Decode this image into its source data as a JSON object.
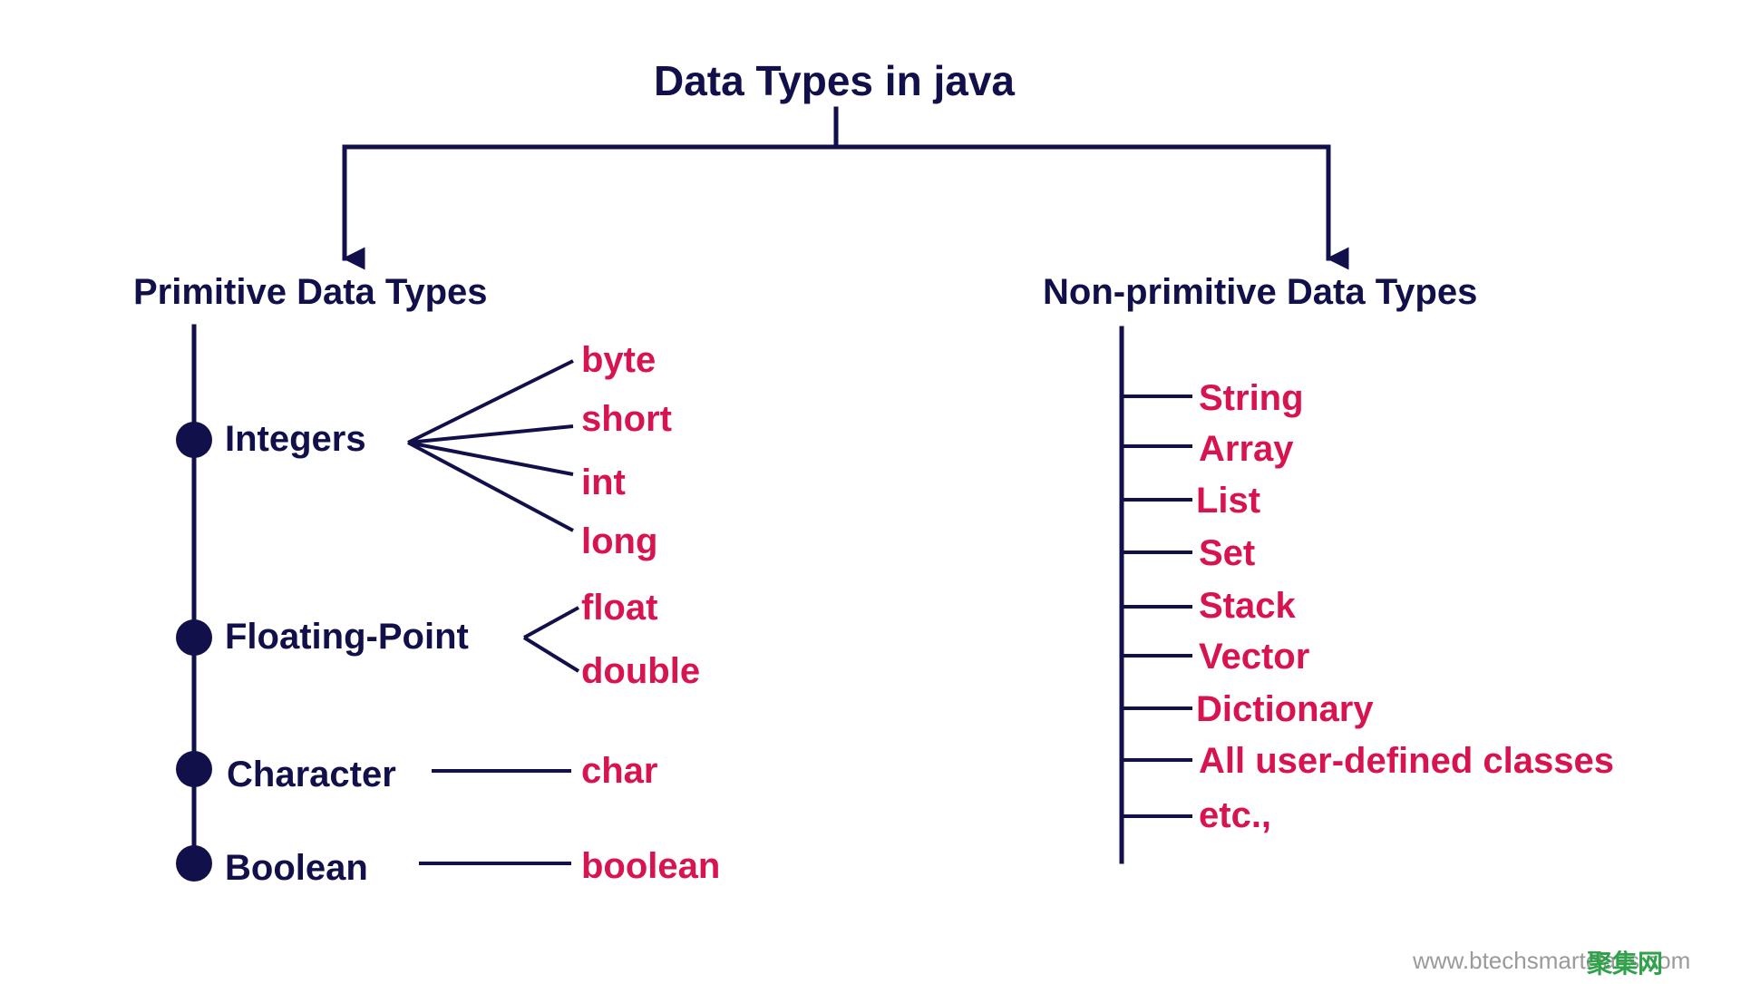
{
  "title": "Data Types in java",
  "primitive": {
    "heading": "Primitive Data Types",
    "groups": [
      {
        "name": "Integers",
        "types": [
          "byte",
          "short",
          "int",
          "long"
        ]
      },
      {
        "name": "Floating-Point",
        "types": [
          "float",
          "double"
        ]
      },
      {
        "name": "Character",
        "types": [
          "char"
        ]
      },
      {
        "name": "Boolean",
        "types": [
          "boolean"
        ]
      }
    ]
  },
  "non_primitive": {
    "heading": "Non-primitive Data Types",
    "types": [
      "String",
      "Array",
      "List",
      "Set",
      "Stack",
      "Vector",
      "Dictionary",
      "All user-defined classes",
      "etc.,"
    ]
  },
  "watermark": {
    "text": "www.btechsmartclass.com",
    "overlay": "聚集网"
  },
  "colors": {
    "dark": "#12104a",
    "accent": "#d7144f"
  }
}
